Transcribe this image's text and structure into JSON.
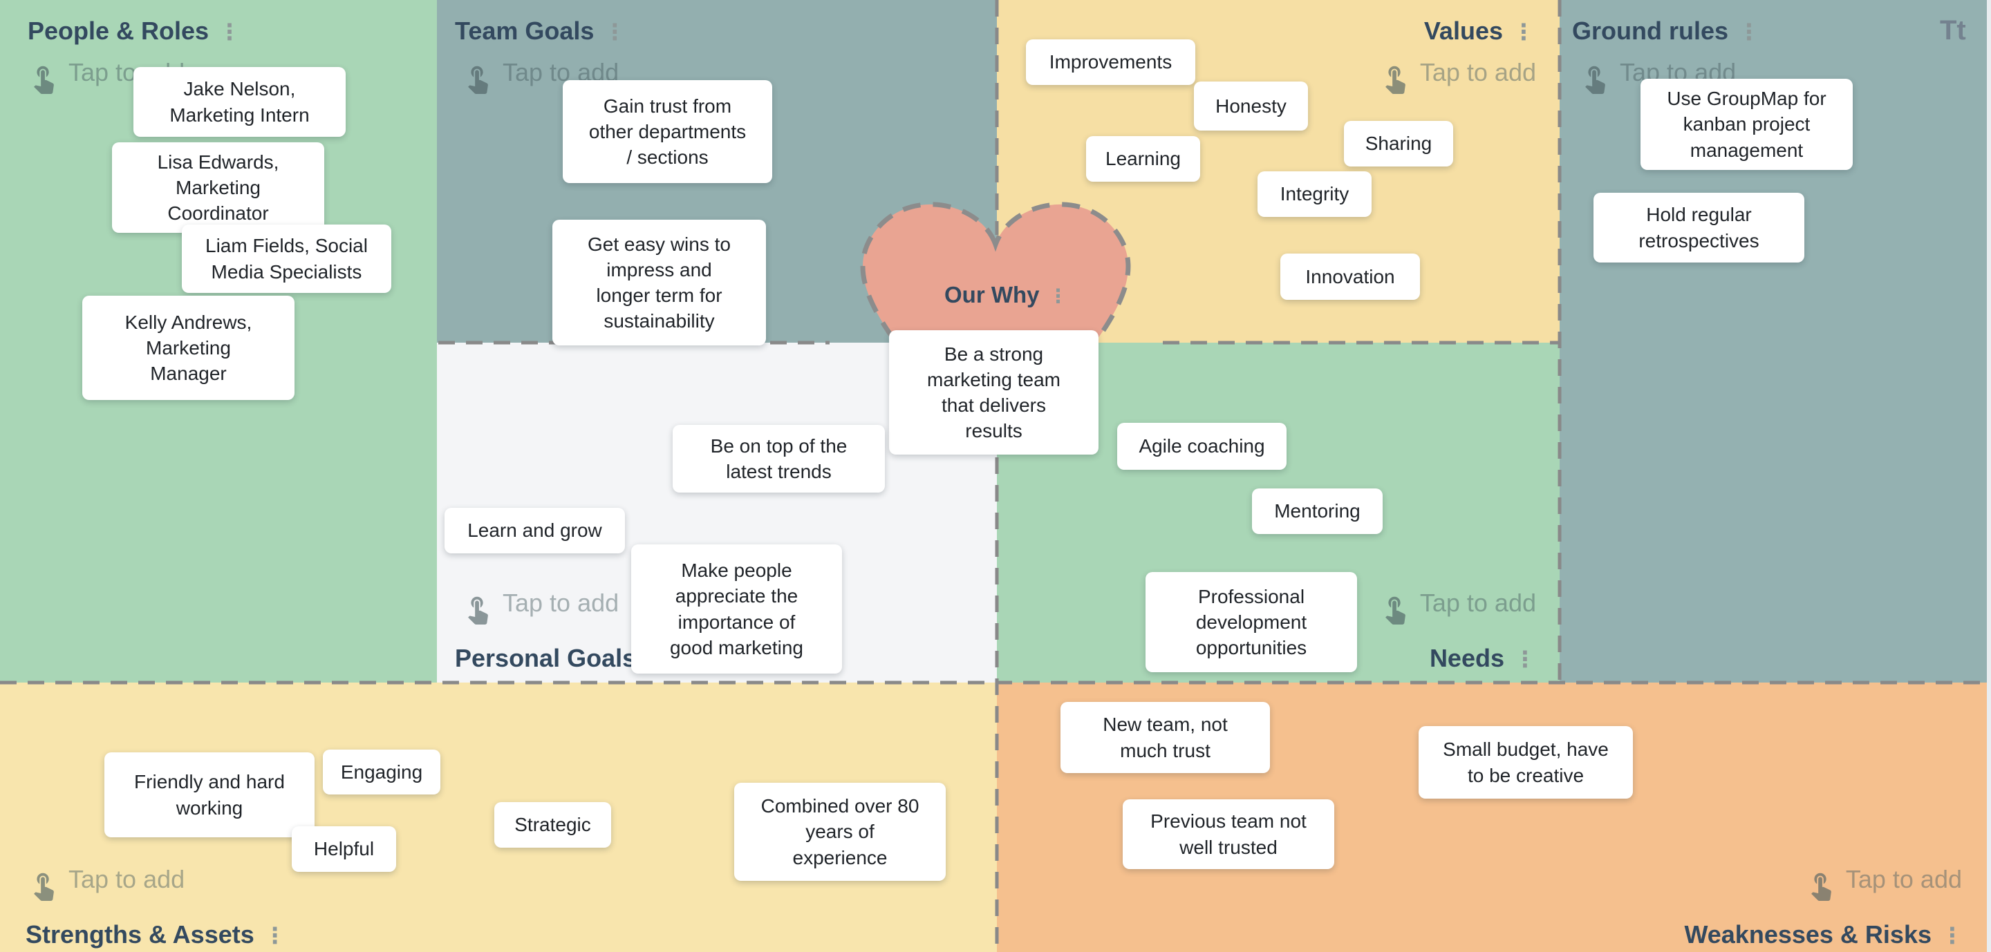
{
  "board": {
    "tap_placeholder": "Tap to add",
    "text_tool_icon": "Tt",
    "colors": {
      "people_roles": "#a9d6b6",
      "team_goals": "#93afaf",
      "values": "#f6dfa4",
      "ground_rules": "#94b1b1",
      "personal_goals": "#f4f5f7",
      "needs": "#a9d6b6",
      "strengths_assets": "#f8e5ad",
      "weaknesses_risks": "#f5c08e",
      "our_why_heart": "#e9a492",
      "divider": "#898989",
      "title_text": "#33495f"
    }
  },
  "sections": {
    "people_roles": {
      "title": "People & Roles"
    },
    "team_goals": {
      "title": "Team Goals"
    },
    "values": {
      "title": "Values"
    },
    "ground_rules": {
      "title": "Ground rules"
    },
    "personal_goals": {
      "title": "Personal Goals"
    },
    "our_why": {
      "title": "Our Why"
    },
    "needs": {
      "title": "Needs"
    },
    "strengths_assets": {
      "title": "Strengths & Assets"
    },
    "weaknesses_risks": {
      "title": "Weaknesses & Risks"
    }
  },
  "notes": {
    "jake": "Jake Nelson,\nMarketing Intern",
    "lisa": "Lisa Edwards,\nMarketing\nCoordinator",
    "liam": "Liam Fields, Social\nMedia Specialists",
    "kelly": "Kelly Andrews,\nMarketing\nManager",
    "gain_trust": "Gain trust from\nother departments\n/ sections",
    "easy_wins": "Get easy wins to\nimpress and\nlonger term for\nsustainability",
    "improvements": "Improvements",
    "honesty": "Honesty",
    "learning": "Learning",
    "sharing": "Sharing",
    "integrity": "Integrity",
    "innovation": "Innovation",
    "use_groupmap": "Use GroupMap for\nkanban project\nmanagement",
    "hold_retros": "Hold regular\nretrospectives",
    "strong_team": "Be a strong\nmarketing team\nthat delivers\nresults",
    "latest_trends": "Be on top of the\nlatest trends",
    "learn_grow": "Learn and grow",
    "make_people": "Make people\nappreciate the\nimportance of\ngood marketing",
    "agile_coaching": "Agile coaching",
    "mentoring": "Mentoring",
    "prof_dev": "Professional\ndevelopment\nopportunities",
    "friendly": "Friendly and hard\nworking",
    "engaging": "Engaging",
    "helpful": "Helpful",
    "strategic": "Strategic",
    "combined": "Combined over 80\nyears of\nexperience",
    "new_team": "New team, not\nmuch trust",
    "previous_team": "Previous team not\nwell trusted",
    "small_budget": "Small budget, have\nto be creative"
  }
}
